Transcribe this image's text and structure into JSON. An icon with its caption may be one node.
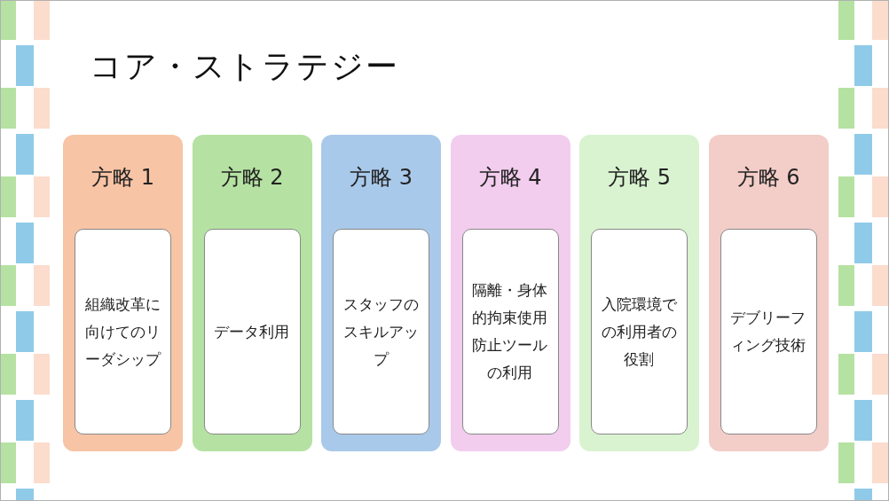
{
  "diagram": {
    "title": "コア・ストラテジー",
    "nodes": [
      {
        "text": [
          "方略 1"
        ]
      },
      {
        "text": [
          "組織改革に向けてのリーダシップ"
        ],
        "in": 0
      },
      {
        "text": [
          "方略 2"
        ]
      },
      {
        "text": [
          "データ利用"
        ],
        "in": 2
      },
      {
        "text": [
          "方略 3"
        ]
      },
      {
        "text": [
          "スタッフのスキルアップ"
        ],
        "in": 4
      },
      {
        "text": [
          "方略 4"
        ]
      },
      {
        "text": [
          "隔離・身体的拘束使用防止ツールの利用"
        ],
        "in": 6
      },
      {
        "text": [
          "方略 5"
        ]
      },
      {
        "text": [
          "入院環境での利用者の役割"
        ],
        "in": 8
      },
      {
        "text": [
          "方略 6"
        ]
      },
      {
        "text": [
          "デブリーフィング技術"
        ],
        "in": 10
      }
    ]
  }
}
